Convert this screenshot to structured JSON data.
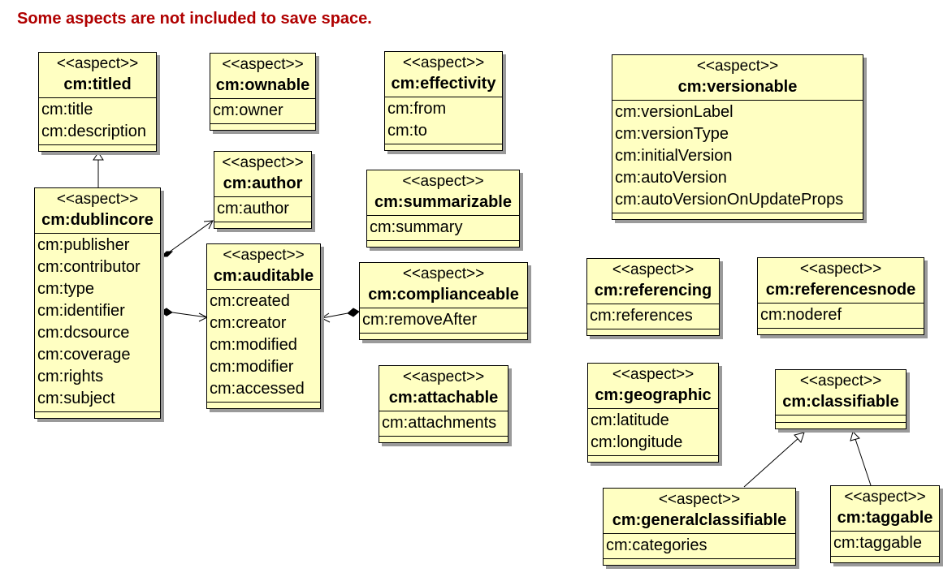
{
  "note": "Some aspects are not included to save space.",
  "aspects": {
    "titled": {
      "stereotype": "<<aspect>>",
      "name": "cm:titled",
      "attributes": [
        "cm:title",
        "cm:description"
      ]
    },
    "ownable": {
      "stereotype": "<<aspect>>",
      "name": "cm:ownable",
      "attributes": [
        "cm:owner"
      ]
    },
    "effectivity": {
      "stereotype": "<<aspect>>",
      "name": "cm:effectivity",
      "attributes": [
        "cm:from",
        "cm:to"
      ]
    },
    "versionable": {
      "stereotype": "<<aspect>>",
      "name": "cm:versionable",
      "attributes": [
        "cm:versionLabel",
        "cm:versionType",
        "cm:initialVersion",
        "cm:autoVersion",
        "cm:autoVersionOnUpdateProps"
      ]
    },
    "author": {
      "stereotype": "<<aspect>>",
      "name": "cm:author",
      "attributes": [
        "cm:author"
      ]
    },
    "summarizable": {
      "stereotype": "<<aspect>>",
      "name": "cm:summarizable",
      "attributes": [
        "cm:summary"
      ]
    },
    "dublincore": {
      "stereotype": "<<aspect>>",
      "name": "cm:dublincore",
      "attributes": [
        "cm:publisher",
        "cm:contributor",
        "cm:type",
        "cm:identifier",
        "cm:dcsource",
        "cm:coverage",
        "cm:rights",
        "cm:subject"
      ]
    },
    "auditable": {
      "stereotype": "<<aspect>>",
      "name": "cm:auditable",
      "attributes": [
        "cm:created",
        "cm:creator",
        "cm:modified",
        "cm:modifier",
        "cm:accessed"
      ]
    },
    "complianceable": {
      "stereotype": "<<aspect>>",
      "name": "cm:complianceable",
      "attributes": [
        "cm:removeAfter"
      ]
    },
    "referencing": {
      "stereotype": "<<aspect>>",
      "name": "cm:referencing",
      "attributes": [
        "cm:references"
      ]
    },
    "referencesnode": {
      "stereotype": "<<aspect>>",
      "name": "cm:referencesnode",
      "attributes": [
        "cm:noderef"
      ]
    },
    "attachable": {
      "stereotype": "<<aspect>>",
      "name": "cm:attachable",
      "attributes": [
        "cm:attachments"
      ]
    },
    "geographic": {
      "stereotype": "<<aspect>>",
      "name": "cm:geographic",
      "attributes": [
        "cm:latitude",
        "cm:longitude"
      ]
    },
    "classifiable": {
      "stereotype": "<<aspect>>",
      "name": "cm:classifiable",
      "attributes": []
    },
    "generalclassifiable": {
      "stereotype": "<<aspect>>",
      "name": "cm:generalclassifiable",
      "attributes": [
        "cm:categories"
      ]
    },
    "taggable": {
      "stereotype": "<<aspect>>",
      "name": "cm:taggable",
      "attributes": [
        "cm:taggable"
      ]
    }
  }
}
